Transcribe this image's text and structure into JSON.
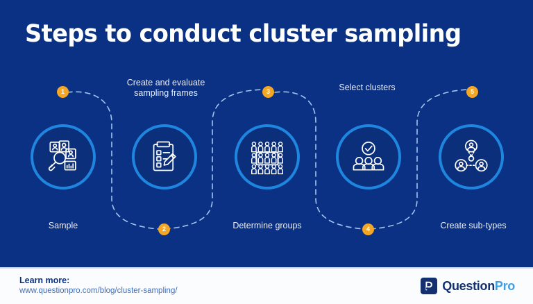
{
  "title": "Steps to conduct cluster sampling",
  "colors": {
    "background": "#0a3183",
    "circle_fill": "#0b2f7a",
    "ring": "#1f86e0",
    "badge": "#f5a623",
    "caption_text": "#e9eefc",
    "footer_background": "#fbfcfe",
    "footer_label": "#0a3183",
    "footer_url": "#3f6fbf",
    "logo_navy": "#14306e",
    "logo_blue": "#3f9fe0"
  },
  "steps": [
    {
      "number": "1",
      "caption": "Sample",
      "caption_position": "below",
      "icon": "people-search-icon"
    },
    {
      "number": "2",
      "caption": "Create and evaluate\nsampling frames",
      "caption_position": "above",
      "icon": "clipboard-checklist-pencil-icon"
    },
    {
      "number": "3",
      "caption": "Determine groups",
      "caption_position": "below",
      "icon": "people-grid-group-icon"
    },
    {
      "number": "4",
      "caption": "Select clusters",
      "caption_position": "above",
      "icon": "people-check-icon"
    },
    {
      "number": "5",
      "caption": "Create sub-types",
      "caption_position": "below",
      "icon": "people-network-icon"
    }
  ],
  "footer": {
    "learn_more_label": "Learn more:",
    "url": "www.questionpro.com/blog/cluster-sampling/",
    "logo": {
      "mark": "questionpro-p-mark",
      "name_part1": "Question",
      "name_part2": "Pro"
    }
  }
}
